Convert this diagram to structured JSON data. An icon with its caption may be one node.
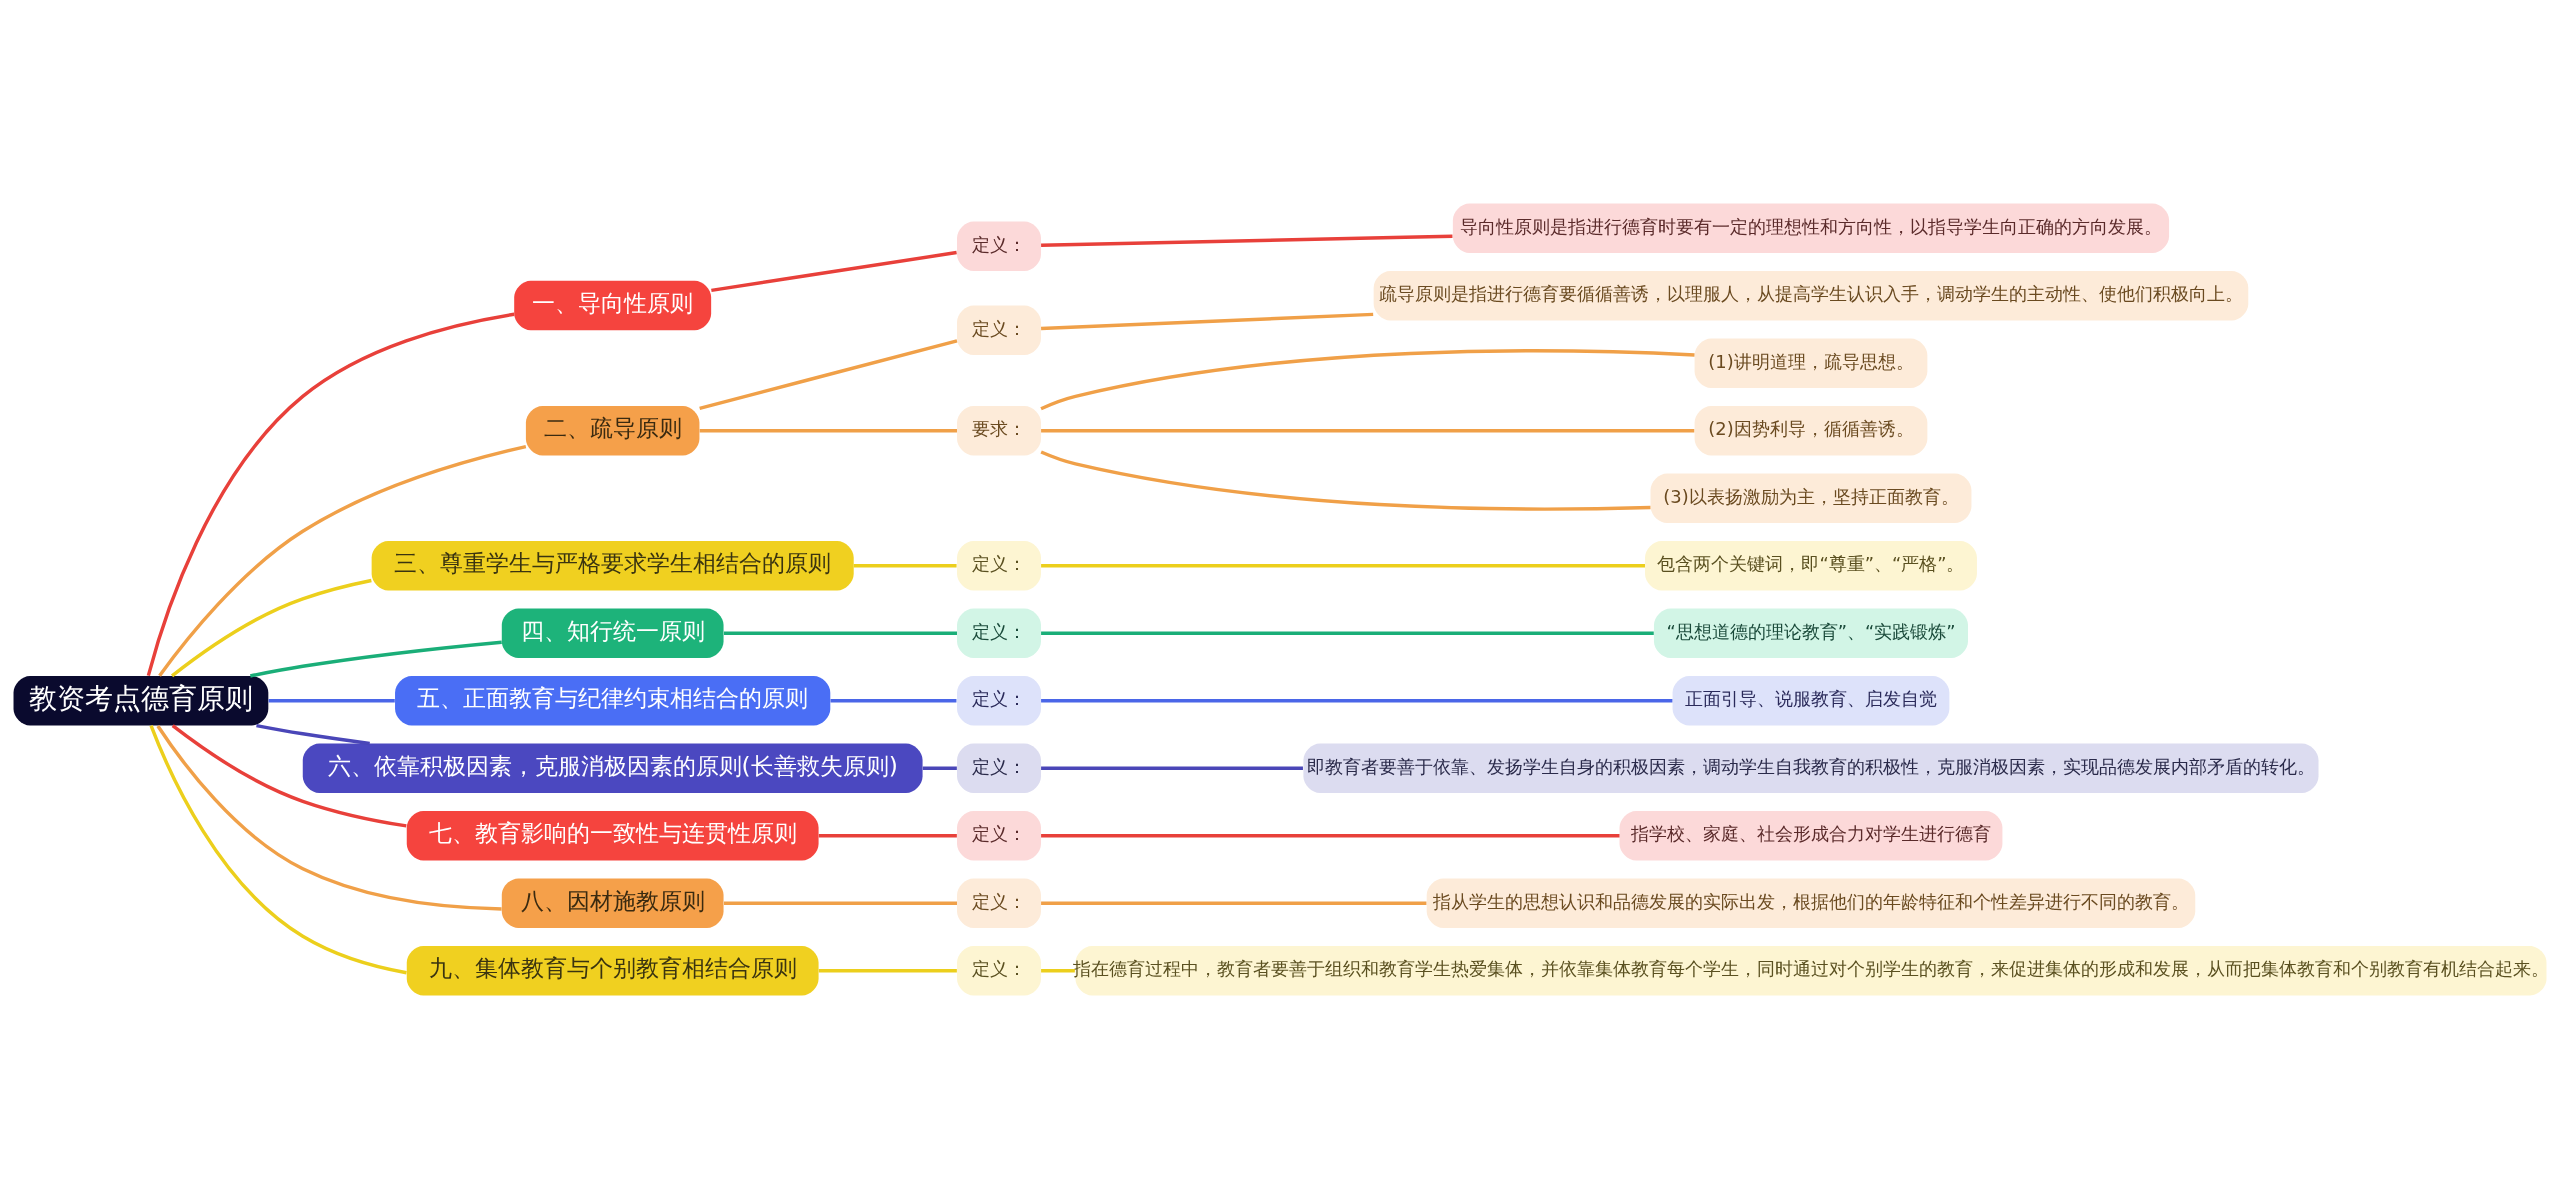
{
  "diagram": {
    "nodes": [
      {
        "text": [
          "教资考点德育原则"
        ]
      },
      {
        "text": [
          "一、导向性原则"
        ]
      },
      {
        "text": [
          "定义："
        ]
      },
      {
        "text": [
          "导向性原则是指进行德育时要有一定的理想性和方向性，以指导学生向正确的方向发展。"
        ]
      },
      {
        "text": [
          "二、疏导原则"
        ]
      },
      {
        "text": [
          "定义："
        ]
      },
      {
        "text": [
          "疏导原则是指进行德育要循循善诱，以理服人，从提高学生认识入手，调动学生的主动性、使他们积极向上。"
        ]
      },
      {
        "text": [
          "要求："
        ]
      },
      {
        "text": [
          "(1)讲明道理，疏导思想。"
        ]
      },
      {
        "text": [
          "(2)因势利导，循循善诱。"
        ]
      },
      {
        "text": [
          "(3)以表扬激励为主，坚持正面教育。"
        ]
      },
      {
        "text": [
          "三、尊重学生与严格要求学生相结合的原则"
        ]
      },
      {
        "text": [
          "定义："
        ]
      },
      {
        "text": [
          "包含两个关键词，即“尊重”、“严格”。"
        ]
      },
      {
        "text": [
          "四、知行统一原则"
        ]
      },
      {
        "text": [
          "定义："
        ]
      },
      {
        "text": [
          "“思想道德的理论教育”、“实践锻炼”"
        ]
      },
      {
        "text": [
          "五、正面教育与纪律约束相结合的原则"
        ]
      },
      {
        "text": [
          "定义："
        ]
      },
      {
        "text": [
          "正面引导、说服教育、启发自觉"
        ]
      },
      {
        "text": [
          "六、依靠积极因素，克服消极因素的原则(长善救失原则)"
        ]
      },
      {
        "text": [
          "定义："
        ]
      },
      {
        "text": [
          "即教育者要善于依靠、发扬学生自身的积极因素，调动学生自我教育的积极性，克服消极因素，实现品德发展内部矛盾的转化。"
        ]
      },
      {
        "text": [
          "七、教育影响的一致性与连贯性原则"
        ]
      },
      {
        "text": [
          "定义："
        ]
      },
      {
        "text": [
          "指学校、家庭、社会形成合力对学生进行德育"
        ]
      },
      {
        "text": [
          "八、因材施教原则"
        ]
      },
      {
        "text": [
          "定义："
        ]
      },
      {
        "text": [
          "指从学生的思想认识和品德发展的实际出发，根据他们的年龄特征和个性差异进行不同的教育。"
        ]
      },
      {
        "text": [
          "九、集体教育与个别教育相结合原则"
        ]
      },
      {
        "text": [
          "定义："
        ]
      },
      {
        "text": [
          "指在德育过程中，教育者要善于组织和教育学生热爱集体，并依靠集体教育每个学生，同时通过对个别学生的教育，来促进集体的形成和发展，从而把集体教育和个别教育有机结合起来。"
        ]
      }
    ],
    "edges": [
      {
        "from": 0,
        "to": 1,
        "arrow": "none",
        "color": "#e8403a"
      },
      {
        "from": 1,
        "to": 2,
        "arrow": "none",
        "color": "#e8403a"
      },
      {
        "from": 2,
        "to": 3,
        "arrow": "none",
        "color": "#e8403a"
      },
      {
        "from": 0,
        "to": 4,
        "arrow": "none",
        "color": "#f0a048"
      },
      {
        "from": 4,
        "to": 5,
        "arrow": "none",
        "color": "#f0a048"
      },
      {
        "from": 5,
        "to": 6,
        "arrow": "none",
        "color": "#f0a048"
      },
      {
        "from": 4,
        "to": 7,
        "arrow": "none",
        "color": "#f0a048"
      },
      {
        "from": 7,
        "to": 8,
        "arrow": "none",
        "color": "#f0a048"
      },
      {
        "from": 7,
        "to": 9,
        "arrow": "none",
        "color": "#f0a048"
      },
      {
        "from": 7,
        "to": 10,
        "arrow": "none",
        "color": "#f0a048"
      },
      {
        "from": 0,
        "to": 11,
        "arrow": "none",
        "color": "#eccf1c"
      },
      {
        "from": 11,
        "to": 12,
        "arrow": "none",
        "color": "#eccf1c"
      },
      {
        "from": 12,
        "to": 13,
        "arrow": "none",
        "color": "#eccf1c"
      },
      {
        "from": 0,
        "to": 14,
        "arrow": "none",
        "color": "#1aae78"
      },
      {
        "from": 14,
        "to": 15,
        "arrow": "none",
        "color": "#1aae78"
      },
      {
        "from": 15,
        "to": 16,
        "arrow": "none",
        "color": "#1aae78"
      },
      {
        "from": 0,
        "to": 17,
        "arrow": "none",
        "color": "#4a66e8"
      },
      {
        "from": 17,
        "to": 18,
        "arrow": "none",
        "color": "#4a66e8"
      },
      {
        "from": 18,
        "to": 19,
        "arrow": "none",
        "color": "#4a66e8"
      },
      {
        "from": 0,
        "to": 20,
        "arrow": "none",
        "color": "#4a46b8"
      },
      {
        "from": 20,
        "to": 21,
        "arrow": "none",
        "color": "#4a46b8"
      },
      {
        "from": 21,
        "to": 22,
        "arrow": "none",
        "color": "#4a46b8"
      },
      {
        "from": 0,
        "to": 23,
        "arrow": "none",
        "color": "#e8403a"
      },
      {
        "from": 23,
        "to": 24,
        "arrow": "none",
        "color": "#e8403a"
      },
      {
        "from": 24,
        "to": 25,
        "arrow": "none",
        "color": "#e8403a"
      },
      {
        "from": 0,
        "to": 26,
        "arrow": "none",
        "color": "#f0a048"
      },
      {
        "from": 26,
        "to": 27,
        "arrow": "none",
        "color": "#f0a048"
      },
      {
        "from": 27,
        "to": 28,
        "arrow": "none",
        "color": "#f0a048"
      },
      {
        "from": 0,
        "to": 29,
        "arrow": "none",
        "color": "#eccf1c"
      },
      {
        "from": 29,
        "to": 30,
        "arrow": "none",
        "color": "#eccf1c"
      },
      {
        "from": 30,
        "to": 31,
        "arrow": "none",
        "color": "#eccf1c"
      }
    ]
  }
}
